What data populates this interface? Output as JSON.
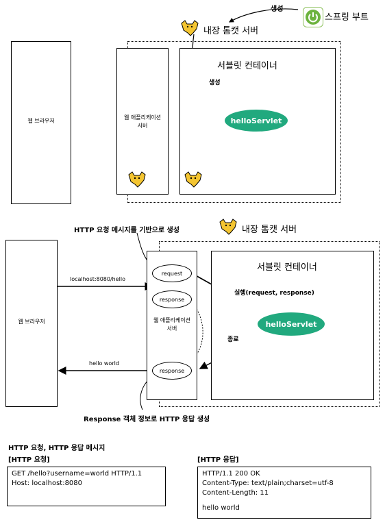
{
  "top": {
    "spring_boot_label": "스프링 부트",
    "create_label_top": "생성",
    "embedded_tomcat": "내장 톰캣 서버",
    "servlet_container": "서블릿 컨테이너",
    "create_label_inner": "생성",
    "hello_servlet": "helloServlet",
    "web_browser": "웹 브라우저",
    "web_app_server_line1": "웹 애플리케이션",
    "web_app_server_line2": "서버"
  },
  "bottom": {
    "http_request_note": "HTTP 요청 메시지를 기반으로 생성",
    "embedded_tomcat": "내장 톰캣 서버",
    "servlet_container": "서블릿 컨테이너",
    "web_browser": "웹 브라우저",
    "url": "localhost:8080/hello",
    "request": "request",
    "response_top": "response",
    "execute": "실행(request, response)",
    "hello_servlet": "helloServlet",
    "web_app_server_line1": "웹 애플리케이션",
    "web_app_server_line2": "서버",
    "end": "종료",
    "hello_world": "hello world",
    "response_bottom": "response",
    "response_note": "Response 객체 정보로 HTTP 응답 생성"
  },
  "messages": {
    "heading": "HTTP 요청, HTTP 응답 메시지",
    "request_title": "[HTTP 요청]",
    "request_line1": "GET /hello?username=world HTTP/1.1",
    "request_line2": "Host: localhost:8080",
    "response_title": "[HTTP 응답]",
    "response_line1": "HTTP/1.1 200 OK",
    "response_line2": "Content-Type: text/plain;charset=utf-8",
    "response_line3": "Content-Length: 11",
    "response_line4": "hello world"
  },
  "colors": {
    "servlet_green": "#21a97e",
    "spring_green": "#6db33f",
    "tomcat_yellow": "#f4c531"
  },
  "icons": {
    "spring": "power-icon",
    "tomcat": "tomcat-cat-icon"
  }
}
